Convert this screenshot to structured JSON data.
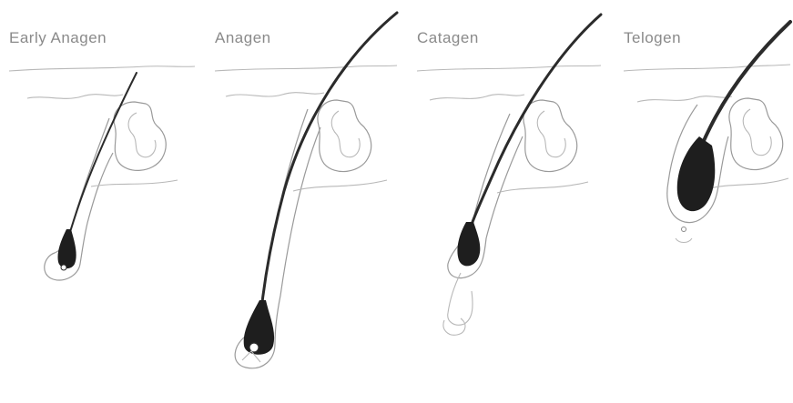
{
  "panels": [
    {
      "id": "early-anagen",
      "title": "Early Anagen"
    },
    {
      "id": "anagen",
      "title": "Anagen"
    },
    {
      "id": "catagen",
      "title": "Catagen"
    },
    {
      "id": "telogen",
      "title": "Telogen"
    }
  ],
  "colors": {
    "background": "#ffffff",
    "hair_shaft": "#2b2b2b",
    "bulb": "#1e1e1e",
    "tissue_outline": "#9a9a9a",
    "skin_layer": "#b8b8b8",
    "label_text": "#8a8a8a"
  }
}
